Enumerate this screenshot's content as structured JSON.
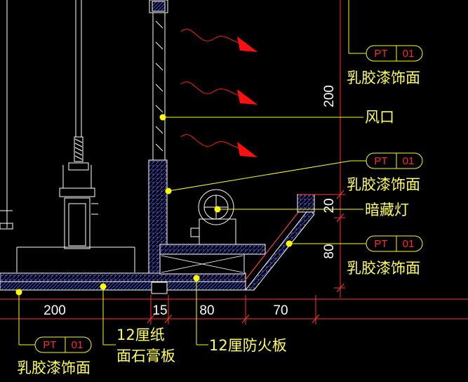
{
  "colors": {
    "background": "#000000",
    "leader": "#ffff00",
    "dimension": "#ff3030",
    "structure": "#ffffff",
    "wall": "#ffffff",
    "hatch": "#3060ff",
    "tag_border": "#ffff00",
    "tag_text": "#ff2a2a",
    "arrow": "#ff1010"
  },
  "tags": [
    {
      "code": "PT",
      "num": "01",
      "label": "乳胶漆饰面"
    },
    {
      "code": "PT",
      "num": "01",
      "label": "乳胶漆饰面"
    },
    {
      "code": "PT",
      "num": "01",
      "label": "乳胶漆饰面"
    },
    {
      "code": "PT",
      "num": "01",
      "label": "乳胶漆饰面"
    }
  ],
  "callouts": {
    "vent": "风口",
    "hidden_light": "暗藏灯",
    "gypsum_line1": "12厘纸",
    "gypsum_line2": "面石膏板",
    "fireboard": "12厘防火板"
  },
  "dimensions": {
    "vertical": [
      "200",
      "20",
      "80"
    ],
    "horizontal": [
      "200",
      "15",
      "80",
      "70"
    ]
  }
}
